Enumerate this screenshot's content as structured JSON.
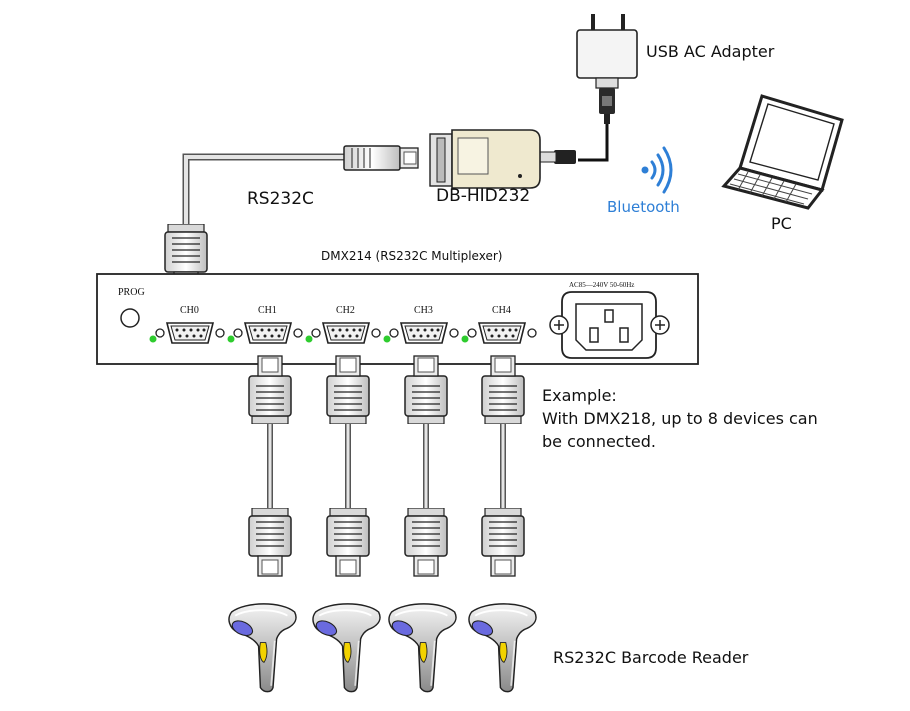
{
  "labels": {
    "usb_ac_adapter": "USB AC Adapter",
    "pc": "PC",
    "bluetooth": "Bluetooth",
    "db_hid232": "DB-HID232",
    "rs232c": "RS232C",
    "multiplexer_title": "DMX214 (RS232C Multiplexer)",
    "prog": "PROG",
    "power_rating": "AC85—240V  50-60Hz",
    "example_line1": "Example:",
    "example_line2": "With DMX218, up to 8 devices can",
    "example_line3": "be connected.",
    "barcode_reader": "RS232C Barcode Reader"
  },
  "channels": [
    "CH0",
    "CH1",
    "CH2",
    "CH3",
    "CH4"
  ],
  "colors": {
    "bluetooth": "#2e7fd6",
    "led": "#2ecc2e",
    "adapter_body": "#efe9cf",
    "scanner_lens": "#6a6adf",
    "scanner_trigger": "#f2d200"
  },
  "icons": [
    "power-plug-icon",
    "bluetooth-waves-icon",
    "laptop-icon",
    "barcode-scanner-icon",
    "db9-connector-icon"
  ]
}
